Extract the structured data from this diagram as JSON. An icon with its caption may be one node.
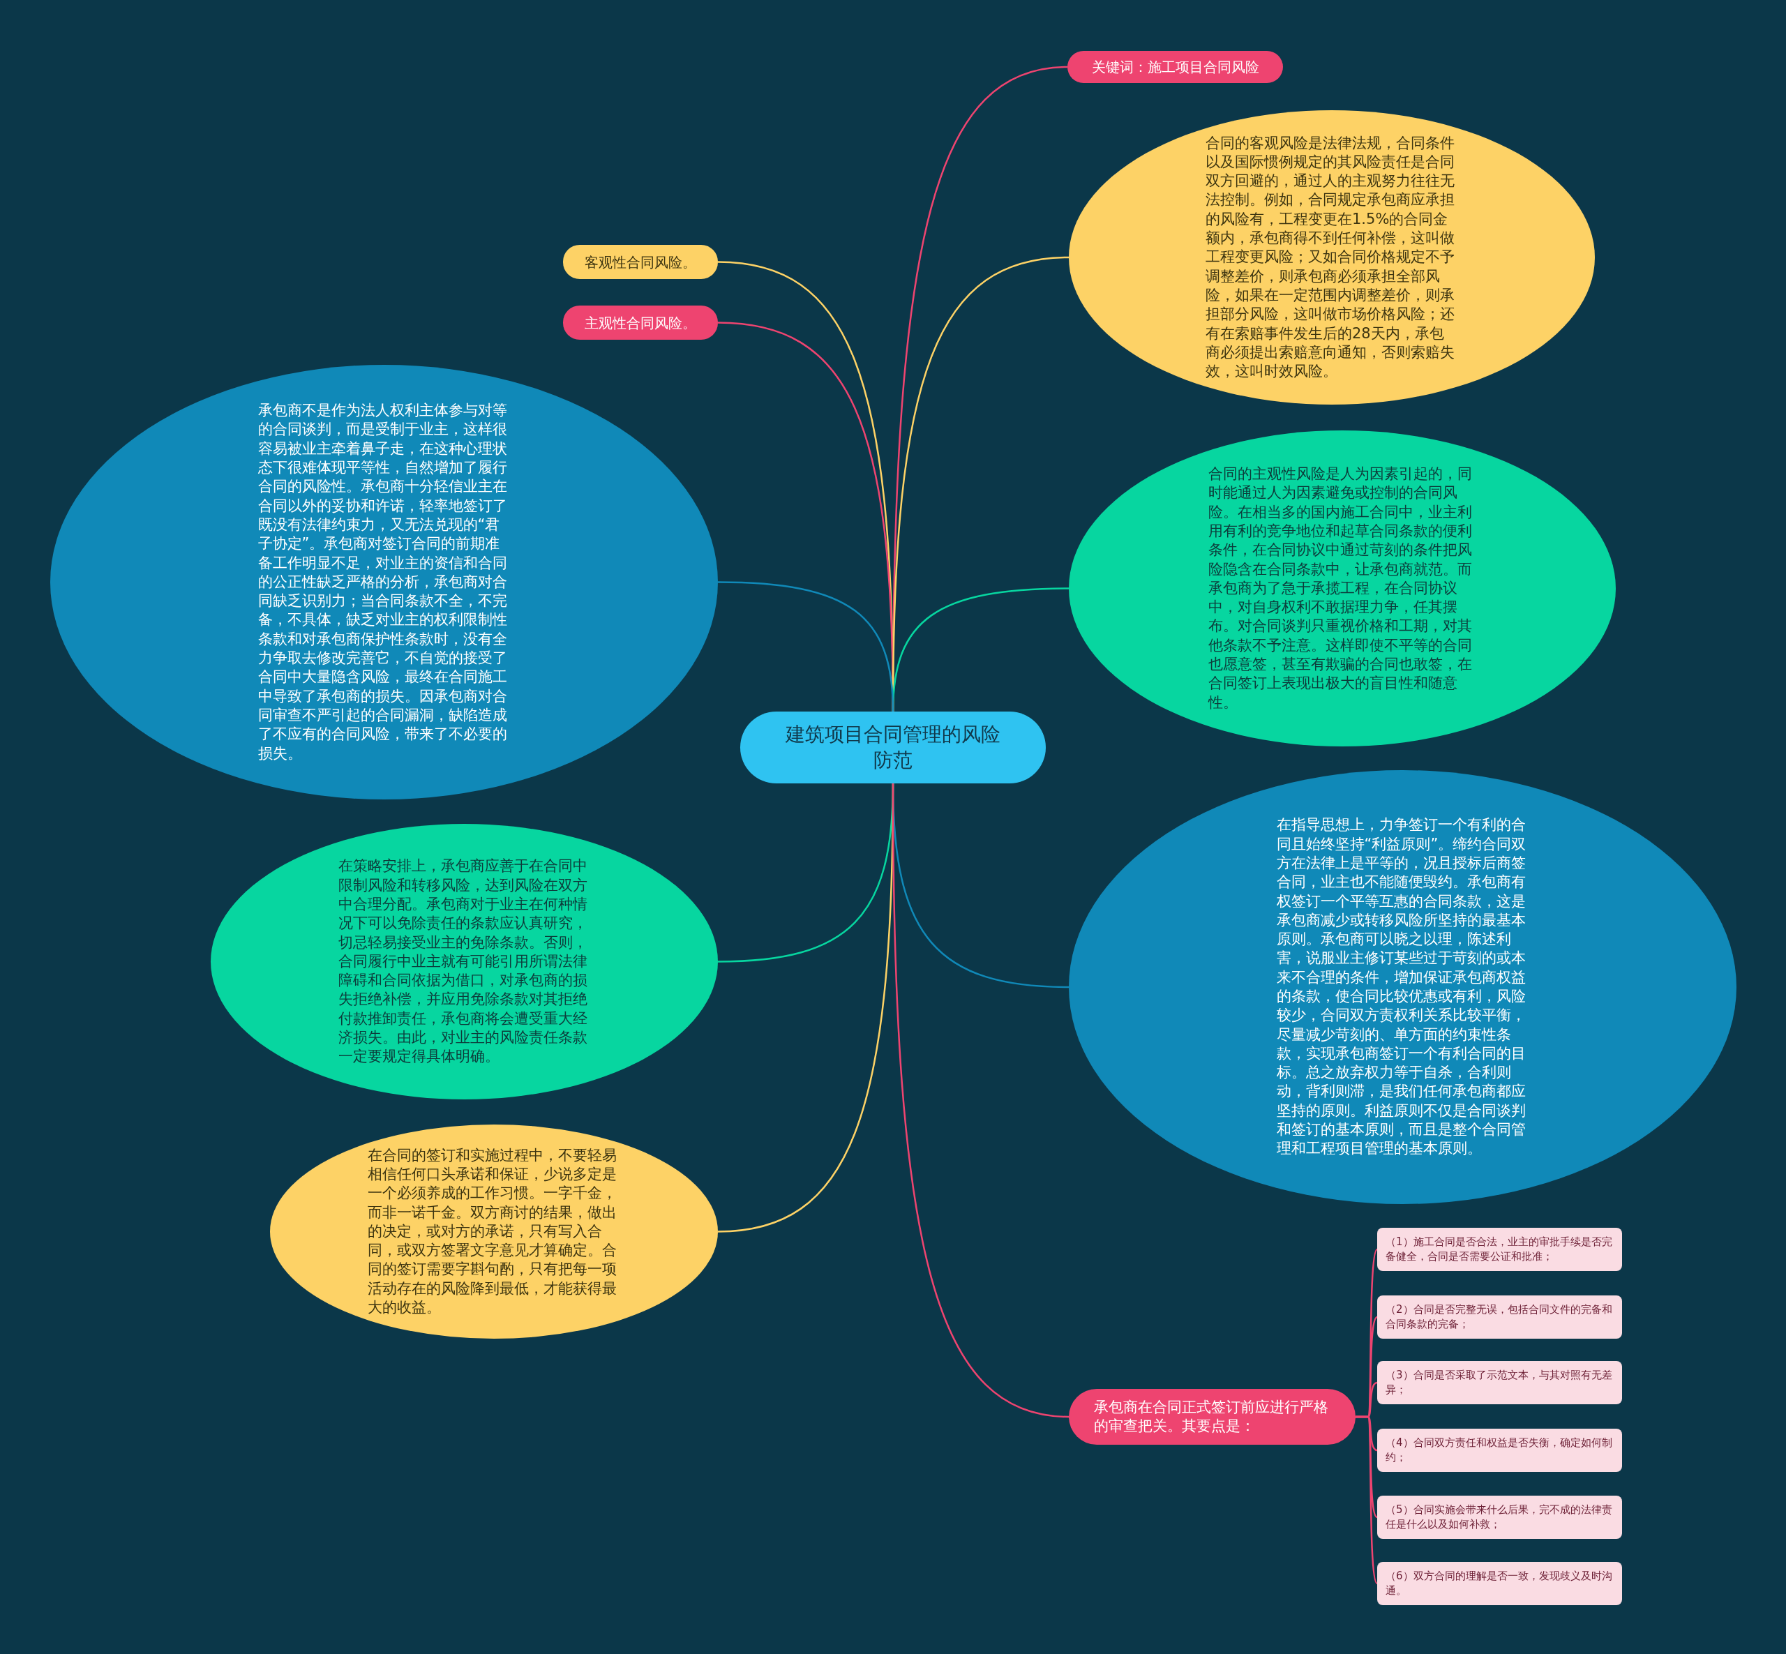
{
  "diagram": {
    "nodes": [
      {
        "text": [
          "建筑项目合同管理的风险防范"
        ]
      },
      {
        "text": [
          "关键词：施工项目合同风险"
        ]
      },
      {
        "text": [
          "客观性合同风险。"
        ]
      },
      {
        "text": [
          "主观性合同风险。"
        ]
      },
      {
        "text": [
          "合同的客观风险是法律法规，合同条件以及国际惯例规定的其风险责任是合同双方回避的，通过人的主观努力往往无法控制。例如，合同规定承包商应承担的风险有，工程变更在1.5%的合同金额内，承包商得不到任何补偿，这叫做工程变更风险；又如合同价格规定不予调整差价，则承包商必须承担全部风险，如果在一定范围内调整差价，则承担部分风险，这叫做市场价格风险；还有在索赔事件发生后的28天内，承包商必须提出索赔意向通知，否则索赔失效，这叫时效风险。"
        ]
      },
      {
        "text": [
          "合同的主观性风险是人为因素引起的，同时能通过人为因素避免或控制的合同风险。在相当多的国内施工合同中，业主利用有利的竞争地位和起草合同条款的便利条件，在合同协议中通过苛刻的条件把风险隐含在合同条款中，让承包商就范。而承包商为了急于承揽工程，在合同协议中，对自身权利不敢据理力争，任其摆布。对合同谈判只重视价格和工期，对其他条款不予注意。这样即使不平等的合同也愿意签，甚至有欺骗的合同也敢签，在合同签订上表现出极大的盲目性和随意性。"
        ]
      },
      {
        "text": [
          "承包商不是作为法人权利主体参与对等的合同谈判，而是受制于业主，这样很容易被业主牵着鼻子走，在这种心理状态下很难体现平等性，自然增加了履行合同的风险性。承包商十分轻信业主在合同以外的妥协和许诺，轻率地签订了既没有法律约束力，又无法兑现的“君子协定”。承包商对签订合同的前期准备工作明显不足，对业主的资信和合同的公正性缺乏严格的分析，承包商对合同缺乏识别力；当合同条款不全，不完备，不具体，缺乏对业主的权利限制性条款和对承包商保护性条款时，没有全力争取去修改完善它，不自觉的接受了合同中大量隐含风险，最终在合同施工中导致了承包商的损失。因承包商对合同审查不严引起的合同漏洞，缺陷造成了不应有的合同风险，带来了不必要的损失。"
        ]
      },
      {
        "text": [
          "在指导思想上，力争签订一个有利的合同且始终坚持“利益原则”。缔约合同双方在法律上是平等的，况且授标后商签合同，业主也不能随便毁约。承包商有权签订一个平等互惠的合同条款，这是承包商减少或转移风险所坚持的最基本原则。承包商可以晓之以理，陈述利害，说服业主修订某些过于苛刻的或本来不合理的条件，增加保证承包商权益的条款，使合同比较优惠或有利，风险较少，合同双方责权利关系比较平衡，尽量减少苛刻的、单方面的约束性条款，实现承包商签订一个有利合同的目标。总之放弃权力等于自杀，合利则动，背利则滞，是我们任何承包商都应坚持的原则。利益原则不仅是合同谈判和签订的基本原则，而且是整个合同管理和工程项目管理的基本原则。"
        ]
      },
      {
        "text": [
          "在策略安排上，承包商应善于在合同中限制风险和转移风险，达到风险在双方中合理分配。承包商对于业主在何种情况下可以免除责任的条款应认真研究，切忌轻易接受业主的免除条款。否则，合同履行中业主就有可能引用所谓法律障碍和合同依据为借口，对承包商的损失拒绝补偿，并应用免除条款对其拒绝付款推卸责任，承包商将会遭受重大经济损失。由此，对业主的风险责任条款一定要规定得具体明确。"
        ]
      },
      {
        "text": [
          "在合同的签订和实施过程中，不要轻易相信任何口头承诺和保证，少说多定是一个必须养成的工作习惯。一字千金，而非一诺千金。双方商讨的结果，做出的决定，或对方的承诺，只有写入合同，或双方签署文字意见才算确定。合同的签订需要字斟句酌，只有把每一项活动存在的风险降到最低，才能获得最大的收益。"
        ]
      },
      {
        "text": [
          "承包商在合同正式签订前应进行严格的审查把关。其要点是："
        ]
      },
      {
        "text": [
          "（1）施工合同是否合法，业主的审批手续是否完备健全，合同是否需要公证和批准；"
        ]
      },
      {
        "text": [
          "（2）合同是否完整无误，包括合同文件的完备和合同条款的完备；"
        ]
      },
      {
        "text": [
          "（3）合同是否采取了示范文本，与其对照有无差异；"
        ]
      },
      {
        "text": [
          "（4）合同双方责任和权益是否失衡，确定如何制约；"
        ]
      },
      {
        "text": [
          "（5）合同实施会带来什么后果，完不成的法律责任是什么以及如何补救；"
        ]
      },
      {
        "text": [
          "（6）双方合同的理解是否一致，发现歧义及时沟通。"
        ]
      }
    ],
    "edges": [
      {
        "from": 0,
        "to": 1,
        "arrow": "none",
        "color": "#ee4470"
      },
      {
        "from": 0,
        "to": 2,
        "arrow": "none",
        "color": "#fdd266"
      },
      {
        "from": 0,
        "to": 3,
        "arrow": "none",
        "color": "#ee4470"
      },
      {
        "from": 0,
        "to": 4,
        "arrow": "none",
        "color": "#fdd266"
      },
      {
        "from": 0,
        "to": 5,
        "arrow": "none",
        "color": "#07d6a0"
      },
      {
        "from": 0,
        "to": 6,
        "arrow": "none",
        "color": "#1089b8"
      },
      {
        "from": 0,
        "to": 7,
        "arrow": "none",
        "color": "#1089b8"
      },
      {
        "from": 0,
        "to": 8,
        "arrow": "none",
        "color": "#07d6a0"
      },
      {
        "from": 0,
        "to": 9,
        "arrow": "none",
        "color": "#fdd266"
      },
      {
        "from": 0,
        "to": 10,
        "arrow": "none",
        "color": "#ee4470"
      },
      {
        "from": 10,
        "to": 11,
        "arrow": "none",
        "color": "#ee4470"
      },
      {
        "from": 10,
        "to": 12,
        "arrow": "none",
        "color": "#ee4470"
      },
      {
        "from": 10,
        "to": 13,
        "arrow": "none",
        "color": "#ee4470"
      },
      {
        "from": 10,
        "to": 14,
        "arrow": "none",
        "color": "#ee4470"
      },
      {
        "from": 10,
        "to": 15,
        "arrow": "none",
        "color": "#ee4470"
      },
      {
        "from": 10,
        "to": 16,
        "arrow": "none",
        "color": "#ee4470"
      }
    ]
  }
}
